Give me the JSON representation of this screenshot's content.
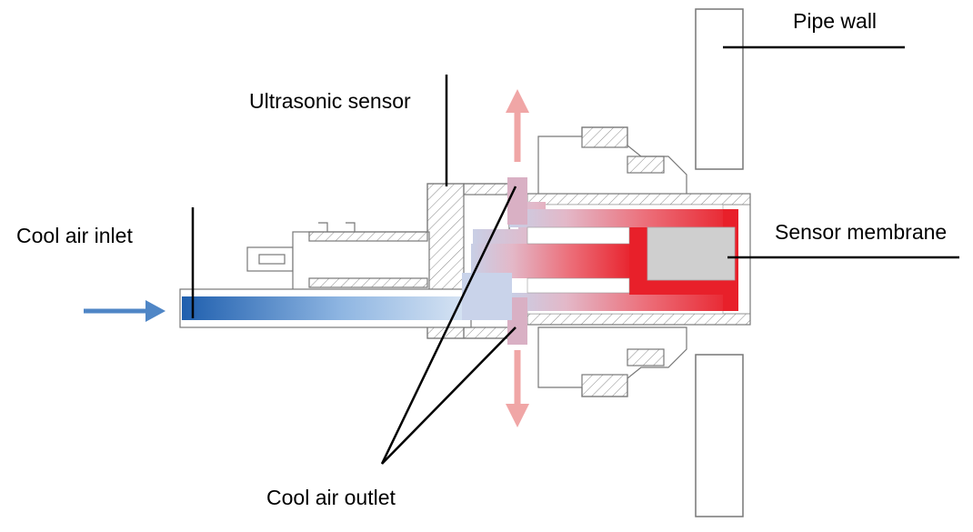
{
  "labels": {
    "pipe_wall": "Pipe wall",
    "ultrasonic_sensor": "Ultrasonic sensor",
    "cool_air_inlet": "Cool air inlet",
    "sensor_membrane": "Sensor membrane",
    "cool_air_outlet": "Cool air outlet"
  },
  "colors": {
    "inlet_blue": "#1f5fae",
    "hot_red": "#e8202a",
    "outlet_arrow": "#f0a6a6",
    "inlet_arrow": "#4f86c6",
    "outline": "#777777",
    "membrane_gray": "#cfcfcf"
  }
}
